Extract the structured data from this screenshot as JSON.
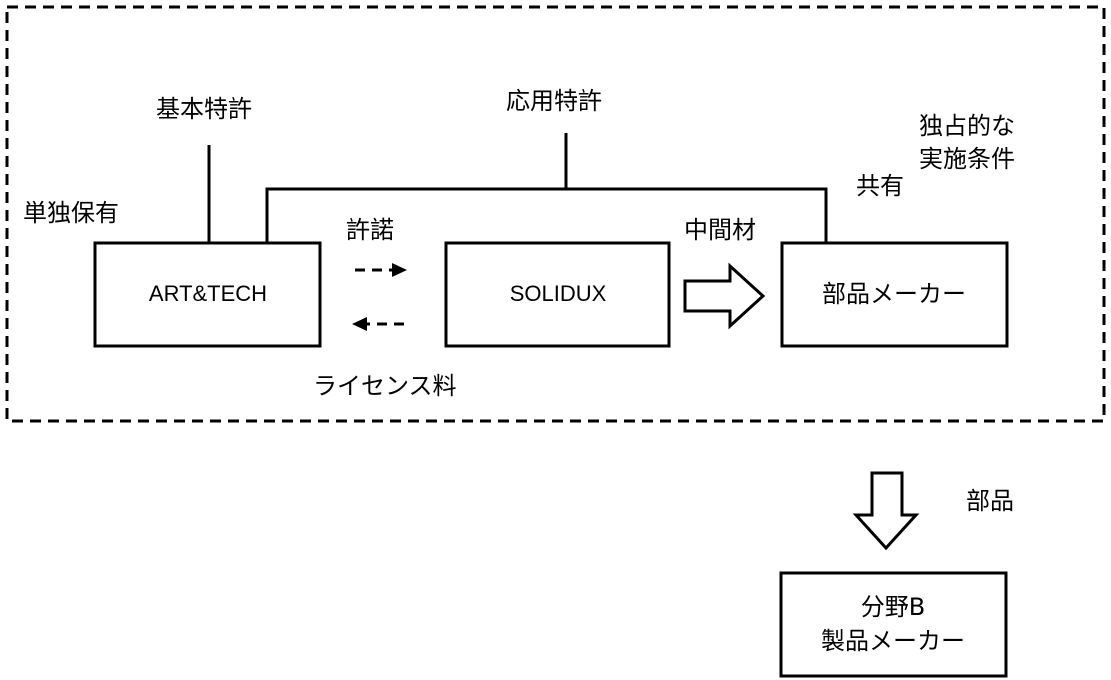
{
  "boxes": {
    "art_tech": "ART&TECH",
    "solidux": "SOLIDUX",
    "parts_maker": "部品メーカー",
    "field_b_line1": "分野B",
    "field_b_line2": "製品メーカー"
  },
  "labels": {
    "basic_patent": "基本特許",
    "applied_patent": "応用特許",
    "sole_ownership": "単独保有",
    "joint_ownership": "共有",
    "exclusive_line1": "独占的な",
    "exclusive_line2": "実施条件",
    "license_grant": "許諾",
    "license_fee": "ライセンス料",
    "intermediate_material": "中間材",
    "parts": "部品"
  }
}
